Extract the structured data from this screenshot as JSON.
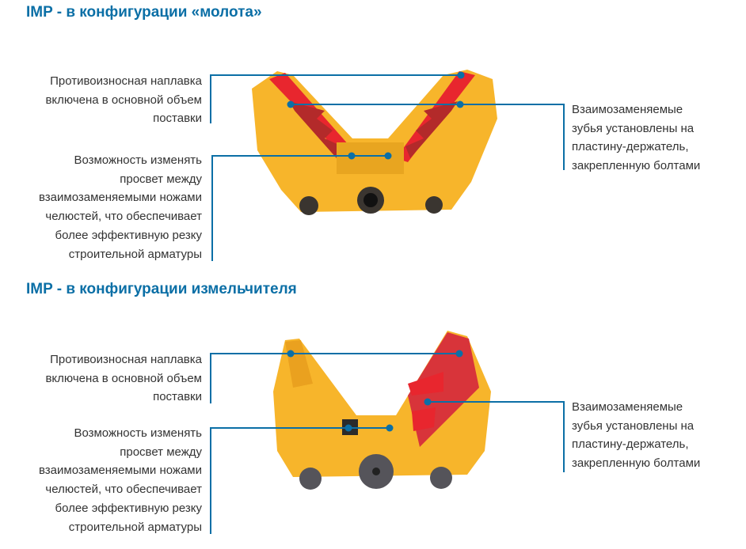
{
  "sections": [
    {
      "title": "IMP - в конфигурации «молота»",
      "callout_wear": [
        "Противоизносная наплавка",
        "включена в основной объем",
        "поставки"
      ],
      "callout_gap": [
        "Возможность изменять",
        "просвет между",
        "взаимозаменяемыми ножами",
        "челюстей, что обеспечивает",
        "более эффективную резку",
        "строительной арматуры"
      ],
      "callout_teeth": [
        "Взаимозаменяемые",
        "зубья установлены на",
        "пластину-держатель,",
        "закрепленную болтами"
      ]
    },
    {
      "title": "IMP - в конфигурации измельчителя",
      "callout_wear": [
        "Противоизносная наплавка",
        "включена в основной объем",
        "поставки"
      ],
      "callout_gap": [
        "Возможность изменять",
        "просвет  между",
        "взаимозаменяемыми ножами",
        "челюстей, что  обеспечивает",
        "более эффективную  резку",
        "строительной арматуры"
      ],
      "callout_teeth": [
        "Взаимозаменяемые",
        "зубья установлены на",
        "пластину-держатель,",
        "закрепленную болтами"
      ]
    }
  ],
  "colors": {
    "accent": "#0b6fa6",
    "body": "#ffc629",
    "teeth": "#e8262e"
  }
}
